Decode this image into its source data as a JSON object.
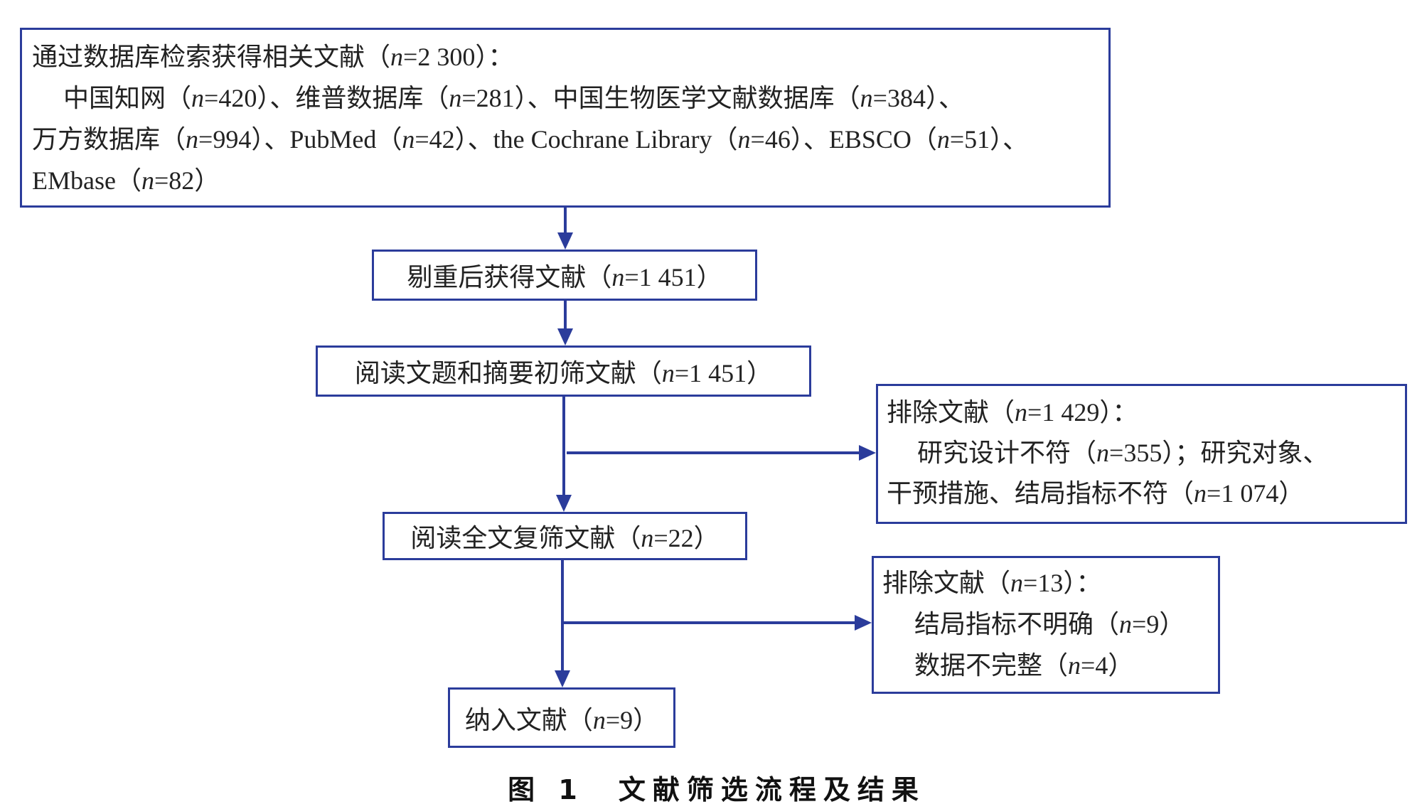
{
  "diagram": {
    "boxes": {
      "search": {
        "lines": [
          "通过数据库检索获得相关文献（n=2 300）：",
          "中国知网（n=420）、维普数据库（n=281）、中国生物医学文献数据库（n=384）、",
          "万方数据库（n=994）、PubMed（n=42）、the Cochrane Library（n=46）、EBSCO（n=51）、",
          "EMbase（n=82）"
        ]
      },
      "dedup": {
        "text": "剔重后获得文献（n=1 451）"
      },
      "title_abstract": {
        "text": "阅读文题和摘要初筛文献（n=1 451）"
      },
      "excluded_1": {
        "lines": [
          "排除文献（n=1 429）：",
          "研究设计不符（n=355）；研究对象、",
          "干预措施、结局指标不符（n=1 074）"
        ]
      },
      "full_text": {
        "text": "阅读全文复筛文献（n=22）"
      },
      "excluded_2": {
        "lines": [
          "排除文献（n=13）：",
          "结局指标不明确（n=9）",
          "数据不完整（n=4）"
        ]
      },
      "included": {
        "text": "纳入文献（n=9）"
      }
    },
    "caption": "图 1　文献筛选流程及结果",
    "colors": {
      "stroke": "#2b3c9b",
      "text": "#222222"
    }
  }
}
